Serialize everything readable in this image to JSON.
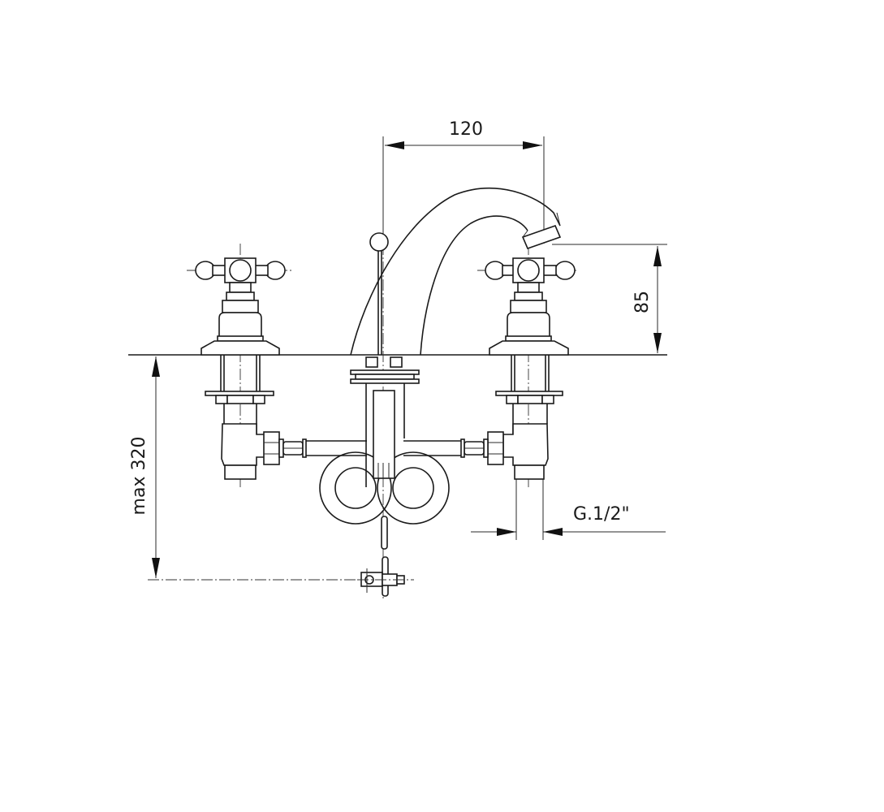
{
  "drawing": {
    "subject": "Three-hole basin mixer with cross-head handles, central spout and pop-up waste",
    "colors": {
      "line": "#1a1a1a",
      "background": "#ffffff"
    },
    "dimensions": {
      "spout_reach": {
        "value": "120",
        "label": "120"
      },
      "spout_height": {
        "value": "85",
        "label": "85"
      },
      "max_depth": {
        "value": "max 320",
        "label": "max 320"
      },
      "connection_thread": {
        "value": "G.1/2\"",
        "label": "G.1/2\""
      }
    },
    "components": [
      {
        "name": "left-cross-handle-valve"
      },
      {
        "name": "spout"
      },
      {
        "name": "pop-up-knob"
      },
      {
        "name": "right-cross-handle-valve"
      },
      {
        "name": "looped-flexible-hoses"
      },
      {
        "name": "pop-up-waste-linkage"
      }
    ]
  }
}
